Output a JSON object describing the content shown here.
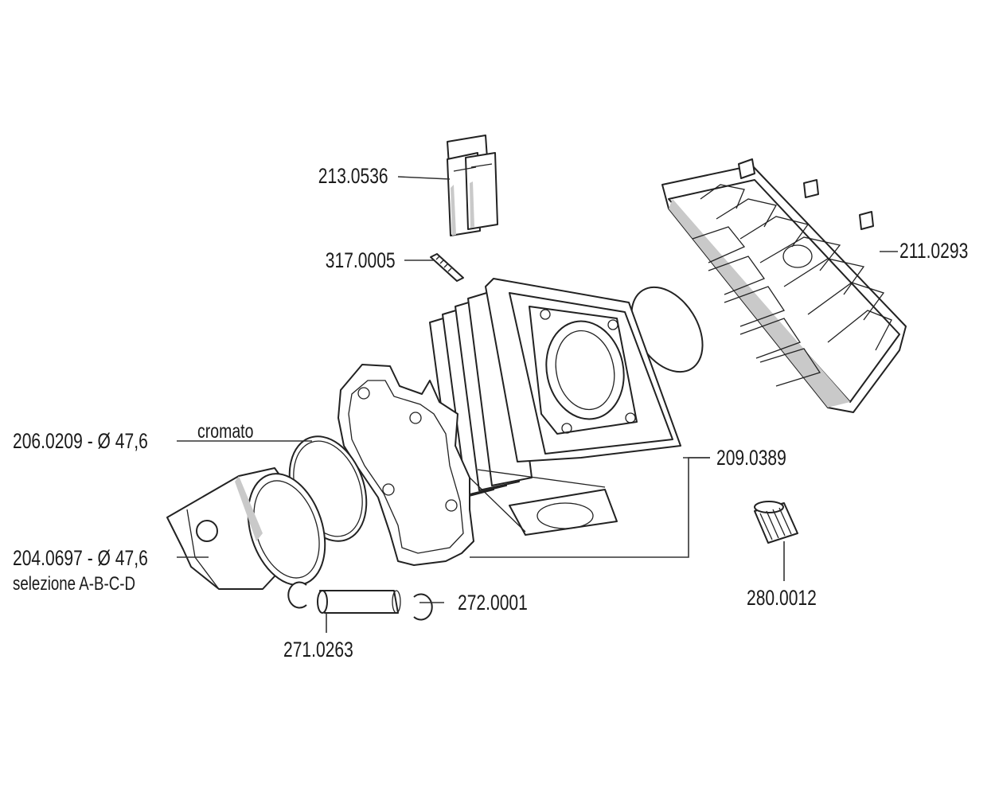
{
  "diagram": {
    "parts": [
      {
        "id": "reeds",
        "code": "213.0536"
      },
      {
        "id": "stud",
        "code": "317.0005"
      },
      {
        "id": "cylinder-head",
        "code": "211.0293"
      },
      {
        "id": "piston-ring",
        "code": "206.0209 - Ø 47,6",
        "note": "cromato"
      },
      {
        "id": "cylinder",
        "code": "209.0389"
      },
      {
        "id": "piston",
        "code": "204.0697 - Ø 47,6",
        "note": "selezione A-B-C-D"
      },
      {
        "id": "circlip",
        "code": "272.0001"
      },
      {
        "id": "piston-pin",
        "code": "271.0263"
      },
      {
        "id": "needle-bearing",
        "code": "280.0012"
      }
    ]
  }
}
